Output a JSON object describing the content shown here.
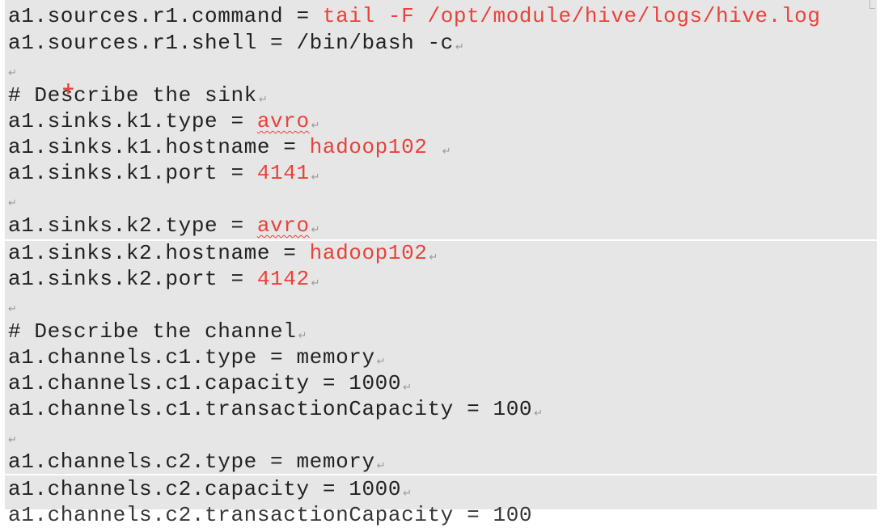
{
  "lines": [
    {
      "text": "a1.sources.r1.command = ",
      "value": "tail -F /opt/module/hive/logs/hive.log",
      "mark": ""
    },
    {
      "text": "a1.sources.r1.shell = /bin/bash -c",
      "mark": "↵"
    },
    {
      "text": "",
      "mark": "↵"
    },
    {
      "text_a": "# De",
      "text_b": "scribe the sink",
      "mark": "↵"
    },
    {
      "text": "a1.sinks.k1.type = ",
      "value": "avro",
      "mark": "↵"
    },
    {
      "text": "a1.sinks.k1.hostname = ",
      "value": "hadoop102",
      "mark": "↵"
    },
    {
      "text": "a1.sinks.k1.port = ",
      "value": "4141",
      "mark": "↵"
    },
    {
      "text": "",
      "mark": "↵"
    },
    {
      "text": "a1.sinks.k2.type = ",
      "value": "avro",
      "mark": "↵"
    },
    {
      "text": "a1.sinks.k2.hostname = ",
      "value": "hadoop102",
      "mark": "↵"
    },
    {
      "text": "a1.sinks.k2.port = ",
      "value": "4142",
      "mark": "↵"
    },
    {
      "text": "",
      "mark": "↵"
    },
    {
      "text": "# Describe the channel",
      "mark": "↵"
    },
    {
      "text": "a1.channels.c1.type = memory",
      "mark": "↵"
    },
    {
      "text": "a1.channels.c1.capacity = 1000",
      "mark": "↵"
    },
    {
      "text": "a1.channels.c1.transactionCapacity = 100",
      "mark": "↵"
    },
    {
      "text": "",
      "mark": "↵"
    },
    {
      "text": "a1.channels.c2.type = memory",
      "mark": "↵"
    },
    {
      "text": "a1.channels.c2.capacity = 1000",
      "mark": "↵"
    },
    {
      "text": "a1.channels.c2.transactionCapacity = 100",
      "mark": ""
    }
  ],
  "cursor": "+",
  "colors": {
    "background": "#e6e6e6",
    "text": "#222222",
    "value": "#e8423a",
    "paragraph_mark": "#9a9a9a"
  }
}
